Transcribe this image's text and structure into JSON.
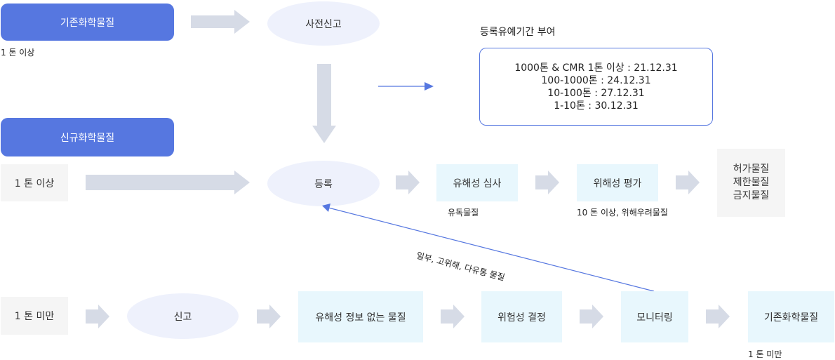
{
  "colors": {
    "blue": "#5677e0",
    "ellipse_bg": "#eef1fc",
    "cyan_bg": "#e8f7fd",
    "gray_bg": "#f5f5f5",
    "arrow_gray": "#d6dbe6"
  },
  "row1": {
    "existing_label": "기존화학물질",
    "existing_sub": "1 톤 이상",
    "pre_register": "사전신고"
  },
  "grace": {
    "title": "등록유예기간 부여",
    "lines": [
      "1000톤 & CMR 1톤 이상 : 21.12.31",
      "100-1000톤 : 24.12.31",
      "10-100톤 : 27.12.31",
      "1-10톤 : 30.12.31"
    ]
  },
  "row2": {
    "new_label": "신규화학물질",
    "tonnage": "1 톤 이상",
    "register": "등록",
    "hazard_review": "유해성 심사",
    "hazard_review_sub": "유독물질",
    "risk_assessment": "위해성 평가",
    "risk_assessment_sub": "10 톤 이상, 위해우려물질",
    "outcomes": [
      "허가물질",
      "제한물질",
      "금지물질"
    ]
  },
  "feedback_label": "일부, 고위해, 다유통 물질",
  "row3": {
    "tonnage": "1 톤 미만",
    "notify": "신고",
    "no_info": "유해성 정보 없는 물질",
    "risk_decision": "위험성 결정",
    "monitoring": "모니터링",
    "existing_label": "기존화학물질",
    "existing_sub": "1 톤 미만"
  }
}
